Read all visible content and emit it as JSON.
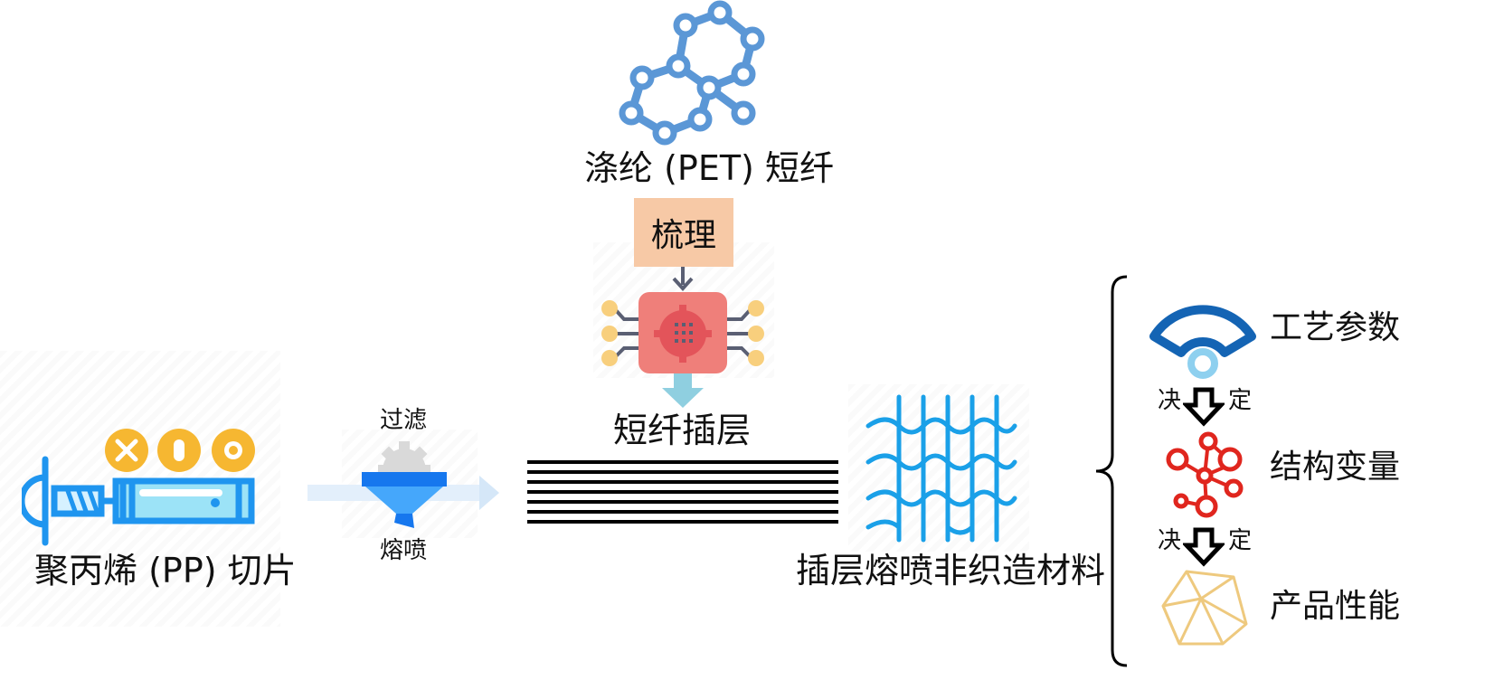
{
  "labels": {
    "pet_fiber": "涤纶 (PET) 短纤",
    "carding": "梳理",
    "fiber_interlayer": "短纤插层",
    "filter": "过滤",
    "meltblown": "熔喷",
    "pp_chips": "聚丙烯 (PP) 切片",
    "product": "插层熔喷非织造材料"
  },
  "relations": {
    "items": [
      "工艺参数",
      "结构变量",
      "产品性能"
    ],
    "arrow_1": {
      "left": "决",
      "right": "定"
    },
    "arrow_2": {
      "left": "决",
      "right": "定"
    }
  },
  "colors": {
    "molecule_blue": "#5b97d6",
    "carding_box": "#f7c9a6",
    "chip_red": "#ef7f7a",
    "chip_pins": "#f8cf7d",
    "extruder_blue": "#1f95ef",
    "pellet_yellow": "#f6b731",
    "funnel_blue": "#1677ee",
    "mesh_blue": "#1aa0e8",
    "fan_blue": "#1464b4",
    "network_red": "#e0261e",
    "gem_gold": "#eec97e"
  },
  "icons": [
    "molecule-icon",
    "chip-icon",
    "extruder-icon",
    "funnel-icon",
    "gear-icon",
    "mesh-icon",
    "fan-icon",
    "network-icon",
    "gem-icon"
  ]
}
